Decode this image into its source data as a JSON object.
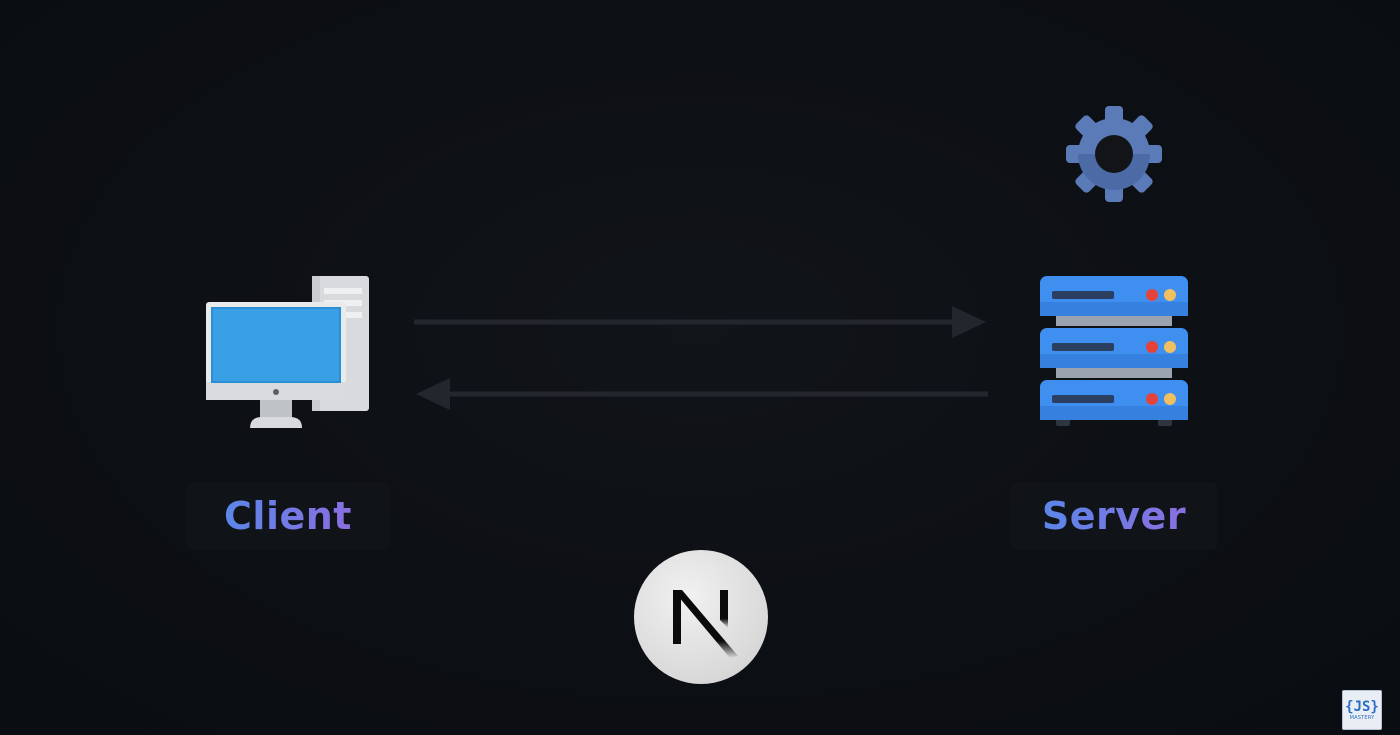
{
  "diagram": {
    "client": {
      "label": "Client",
      "icon": "desktop-computer-icon"
    },
    "server": {
      "label": "Server",
      "icon": "server-rack-icon"
    },
    "settings": {
      "icon": "gear-icon"
    },
    "framework": {
      "icon": "nextjs-logo-icon"
    },
    "arrows": [
      {
        "from": "client",
        "to": "server",
        "icon": "arrow-right-icon"
      },
      {
        "from": "server",
        "to": "client",
        "icon": "arrow-left-icon"
      }
    ]
  },
  "watermark": {
    "logo_text": "{JS}",
    "logo_subtext": "MASTERY"
  },
  "colors": {
    "background": "#0c0f14",
    "label_gradient_start": "#5b86e8",
    "label_gradient_end": "#8a6fe0",
    "arrow": "#23272d",
    "screen_blue": "#3aa0e6",
    "server_blue": "#3f8ff0",
    "gear_blue": "#5a7bb8"
  }
}
